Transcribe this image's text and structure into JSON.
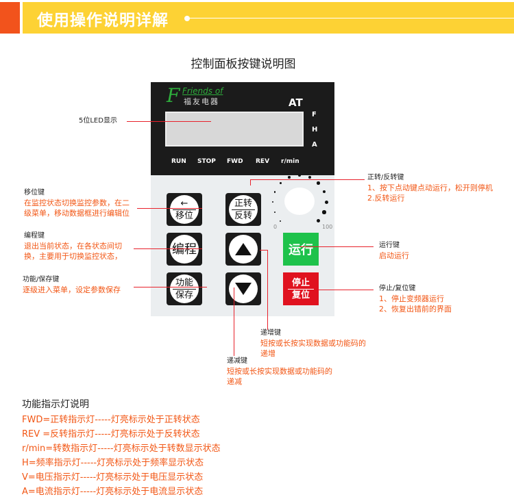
{
  "header": {
    "title": "使用操作说明详解"
  },
  "diagram_title": "控制面板按键说明图",
  "display": {
    "logo_text": "Friends of",
    "logo_cn": "福友电器",
    "model": "AT",
    "side_indicators": [
      "F",
      "H",
      "A"
    ],
    "indicators": [
      "RUN",
      "STOP",
      "FWD",
      "REV",
      "r/min"
    ]
  },
  "keys": {
    "shift_top": "←",
    "shift_bottom": "移位",
    "prog": "编程",
    "func_top": "功能",
    "func_bottom": "保存",
    "fwd_top": "正转",
    "fwd_bottom": "反转",
    "run": "运行",
    "stop_top": "停止",
    "stop_bottom": "复位"
  },
  "knob": {
    "min": "0",
    "max": "100"
  },
  "annotations": {
    "led": {
      "label": "5位LED显示"
    },
    "shift": {
      "label": "移位键",
      "desc": [
        "在监控状态切换监控参数，在二",
        "级菜单，移动数据框进行编辑位"
      ]
    },
    "prog": {
      "label": "编程键",
      "desc": [
        "退出当前状态，在各状态间切",
        "换，主要用于切换监控状态，"
      ]
    },
    "func": {
      "label": "功能/保存键",
      "desc": [
        "逐级进入菜单，设定参数保存"
      ]
    },
    "fwd": {
      "label": "正转/反转键",
      "desc": [
        "1、按下点动键点动运行，松开则停机",
        "2.反转运行"
      ]
    },
    "run": {
      "label": "运行键",
      "desc": [
        "启动运行"
      ]
    },
    "stop": {
      "label": "停止/复位键",
      "desc": [
        "1、停止变频器运行",
        "2、恢复出错前的界面"
      ]
    },
    "up": {
      "label": "递增键",
      "desc": [
        "短按或长按实现数据或功能码的",
        "递增"
      ]
    },
    "down": {
      "label": "递减键",
      "desc": [
        "短按或长按实现数据或功能码的",
        "递减"
      ]
    }
  },
  "legend": {
    "title": "功能指示灯说明",
    "items": [
      "FWD=正转指示灯-----灯亮标示处于正转状态",
      "REV =反转指示灯-----灯亮标示处于反转状态",
      "r/min=转数指示灯-----灯亮标示处于转数显示状态",
      "H=频率指示灯-----灯亮标示处于频率显示状态",
      "V=电压指示灯-----灯亮标示处于电压显示状态",
      "A=电流指示灯-----灯亮标示处于电流显示状态"
    ]
  },
  "colors": {
    "accent_yellow": "#fdd234",
    "accent_orange": "#f2531c",
    "desc_text": "#f25614",
    "run_green": "#1ec24b",
    "stop_red": "#e0121f"
  }
}
